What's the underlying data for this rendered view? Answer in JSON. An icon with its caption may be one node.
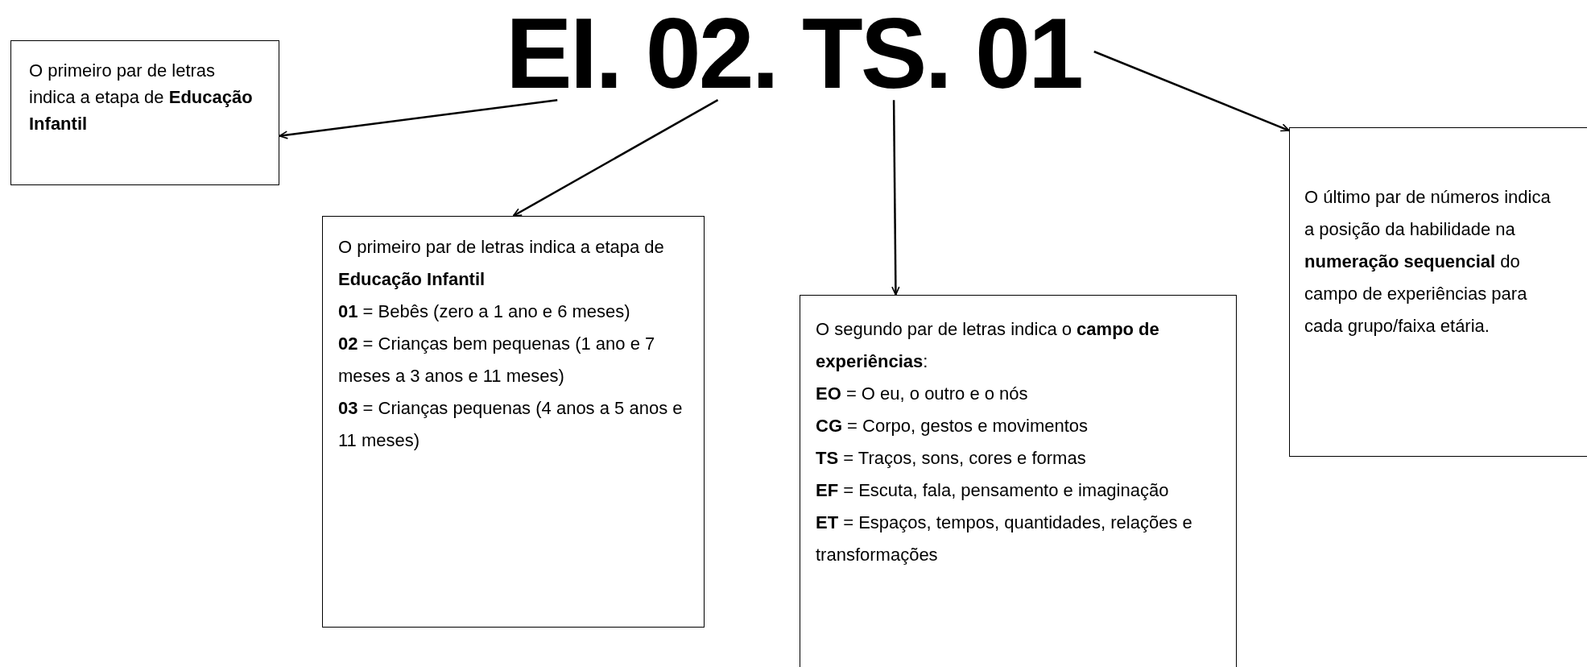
{
  "diagram": {
    "nodes": [
      {
        "text": [
          "EI."
        ]
      },
      {
        "text": [
          "02."
        ]
      },
      {
        "text": [
          "TS."
        ]
      },
      {
        "text": [
          "01"
        ]
      },
      {
        "text": [
          "O primeiro par de letras indica a etapa de **Educação Infantil**"
        ]
      },
      {
        "text": [
          "O primeiro par de letras indica a etapa de **Educação Infantil**",
          "**01** = Bebês (zero a 1 ano e 6 meses)",
          "**02** = Crianças bem pequenas (1 ano e 7 meses a 3 anos e 11 meses)",
          "**03** = Crianças pequenas (4 anos a 5 anos e 11 meses)"
        ]
      },
      {
        "text": [
          "O segundo par de letras indica o **campo de experiências**:",
          "**EO** = O eu, o outro e o nós",
          "**CG** = Corpo, gestos e movimentos",
          "**TS** = Traços, sons, cores e formas",
          "**EF** = Escuta, fala, pensamento e imaginação",
          "**ET** = Espaços, tempos, quantidades, relações e transformações"
        ]
      },
      {
        "text": [
          "O último par de números indica a posição da habilidade na **numeração sequencial** do campo de experiências para cada grupo/faixa etária."
        ]
      }
    ],
    "edges": [
      {
        "from": 0,
        "to": 4,
        "arrow": "to"
      },
      {
        "from": 1,
        "to": 5,
        "arrow": "to"
      },
      {
        "from": 2,
        "to": 6,
        "arrow": "to"
      },
      {
        "from": 3,
        "to": 7,
        "arrow": "to"
      }
    ]
  }
}
